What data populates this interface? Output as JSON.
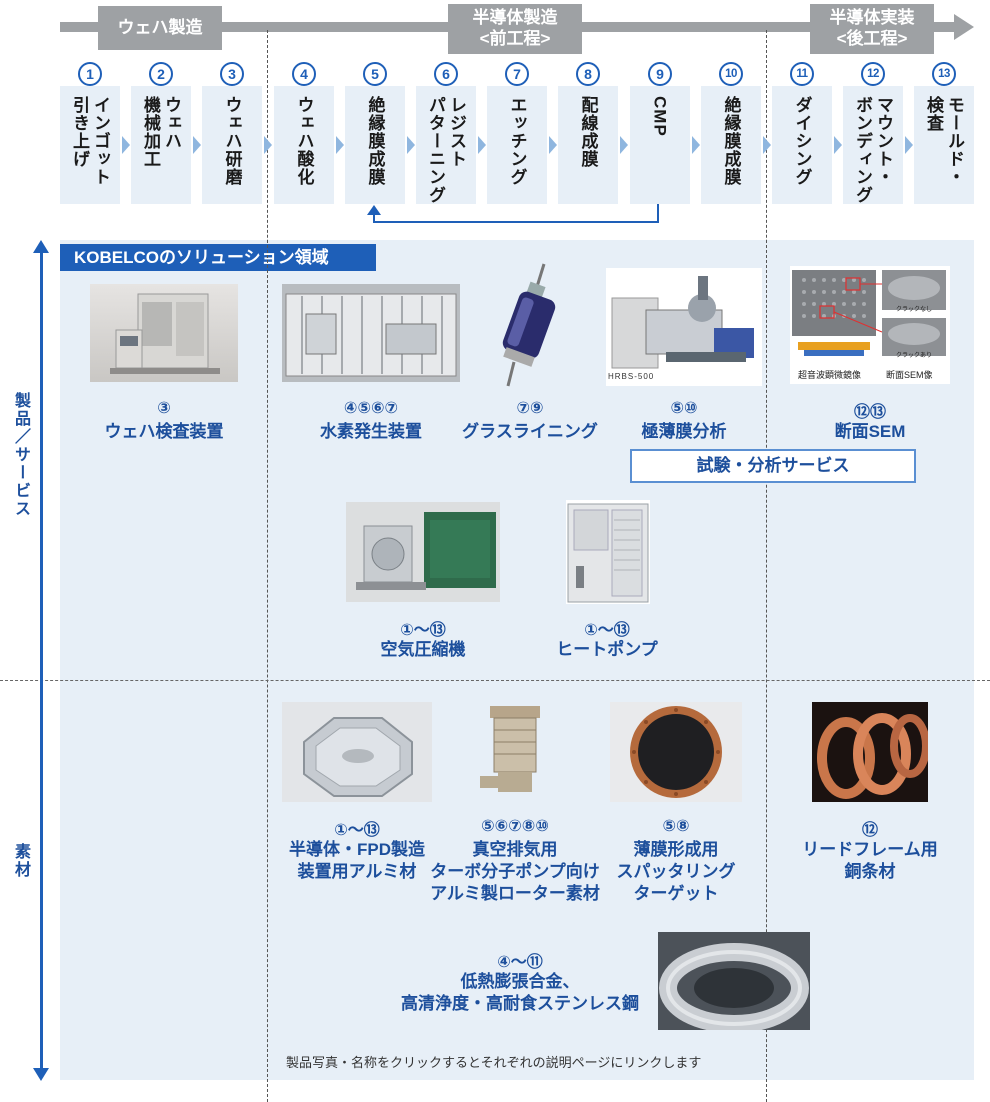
{
  "stages": {
    "wafer": "ウェハ製造",
    "front_line1": "半導体製造",
    "front_line2": "<前工程>",
    "back_line1": "半導体実装",
    "back_line2": "<後工程>"
  },
  "steps": [
    {
      "num": "1",
      "label": "インゴット\n引き上げ"
    },
    {
      "num": "2",
      "label": "ウェハ\n機械加工"
    },
    {
      "num": "3",
      "label": "ウェハ研磨"
    },
    {
      "num": "4",
      "label": "ウェハ酸化"
    },
    {
      "num": "5",
      "label": "絶縁膜成膜"
    },
    {
      "num": "6",
      "label": "レジスト\nパターニング"
    },
    {
      "num": "7",
      "label": "エッチング"
    },
    {
      "num": "8",
      "label": "配線成膜"
    },
    {
      "num": "9",
      "label": "CMP"
    },
    {
      "num": "10",
      "label": "絶縁膜成膜"
    },
    {
      "num": "11",
      "label": "ダイシング"
    },
    {
      "num": "12",
      "label": "マウント・\nボンディング"
    },
    {
      "num": "13",
      "label": "モールド・\n検査"
    }
  ],
  "solution_label": "KOBELCOのソリューション領域",
  "axis": {
    "products": "製品／サービス",
    "materials": "素材"
  },
  "products": [
    {
      "nums": "③",
      "name": "ウェハ検査装置"
    },
    {
      "nums": "④⑤⑥⑦",
      "name": "水素発生装置"
    },
    {
      "nums": "⑦⑨",
      "name": "グラスライニング"
    },
    {
      "nums": "⑤⑩",
      "name": "極薄膜分析"
    },
    {
      "nums": "⑫⑬",
      "name": "断面SEM"
    },
    {
      "nums": "①〜⑬",
      "name": "空気圧縮機"
    },
    {
      "nums": "①〜⑬",
      "name": "ヒートポンプ"
    }
  ],
  "service_label": "試験・分析サービス",
  "photo_texts": {
    "hrbs": "HRBS-500",
    "sem_crack_none": "クラックなし",
    "sem_crack_yes": "クラックあり",
    "sem_ultrasonic": "超音波顕微鏡像",
    "sem_cross": "断面SEM像"
  },
  "materials": [
    {
      "nums": "①〜⑬",
      "name1": "半導体・FPD製造",
      "name2": "装置用アルミ材",
      "name3": ""
    },
    {
      "nums": "⑤⑥⑦⑧⑩",
      "name1": "真空排気用",
      "name2": "ターボ分子ポンプ向け",
      "name3": "アルミ製ローター素材"
    },
    {
      "nums": "⑤⑧",
      "name1": "薄膜形成用",
      "name2": "スパッタリング",
      "name3": "ターゲット"
    },
    {
      "nums": "⑫",
      "name1": "リードフレーム用",
      "name2": "銅条材",
      "name3": ""
    },
    {
      "nums": "④〜⑪",
      "name1": "低熱膨張合金、",
      "name2": "高清浄度・高耐食ステンレス鋼",
      "name3": ""
    }
  ],
  "note": "製品写真・名称をクリックするとそれぞれの説明ページにリンクします",
  "colors": {
    "accent": "#1e5fb8",
    "text_blue": "#1d4f9c",
    "panel_bg": "#e7eff7",
    "stage_gray": "#9ea1a4"
  }
}
